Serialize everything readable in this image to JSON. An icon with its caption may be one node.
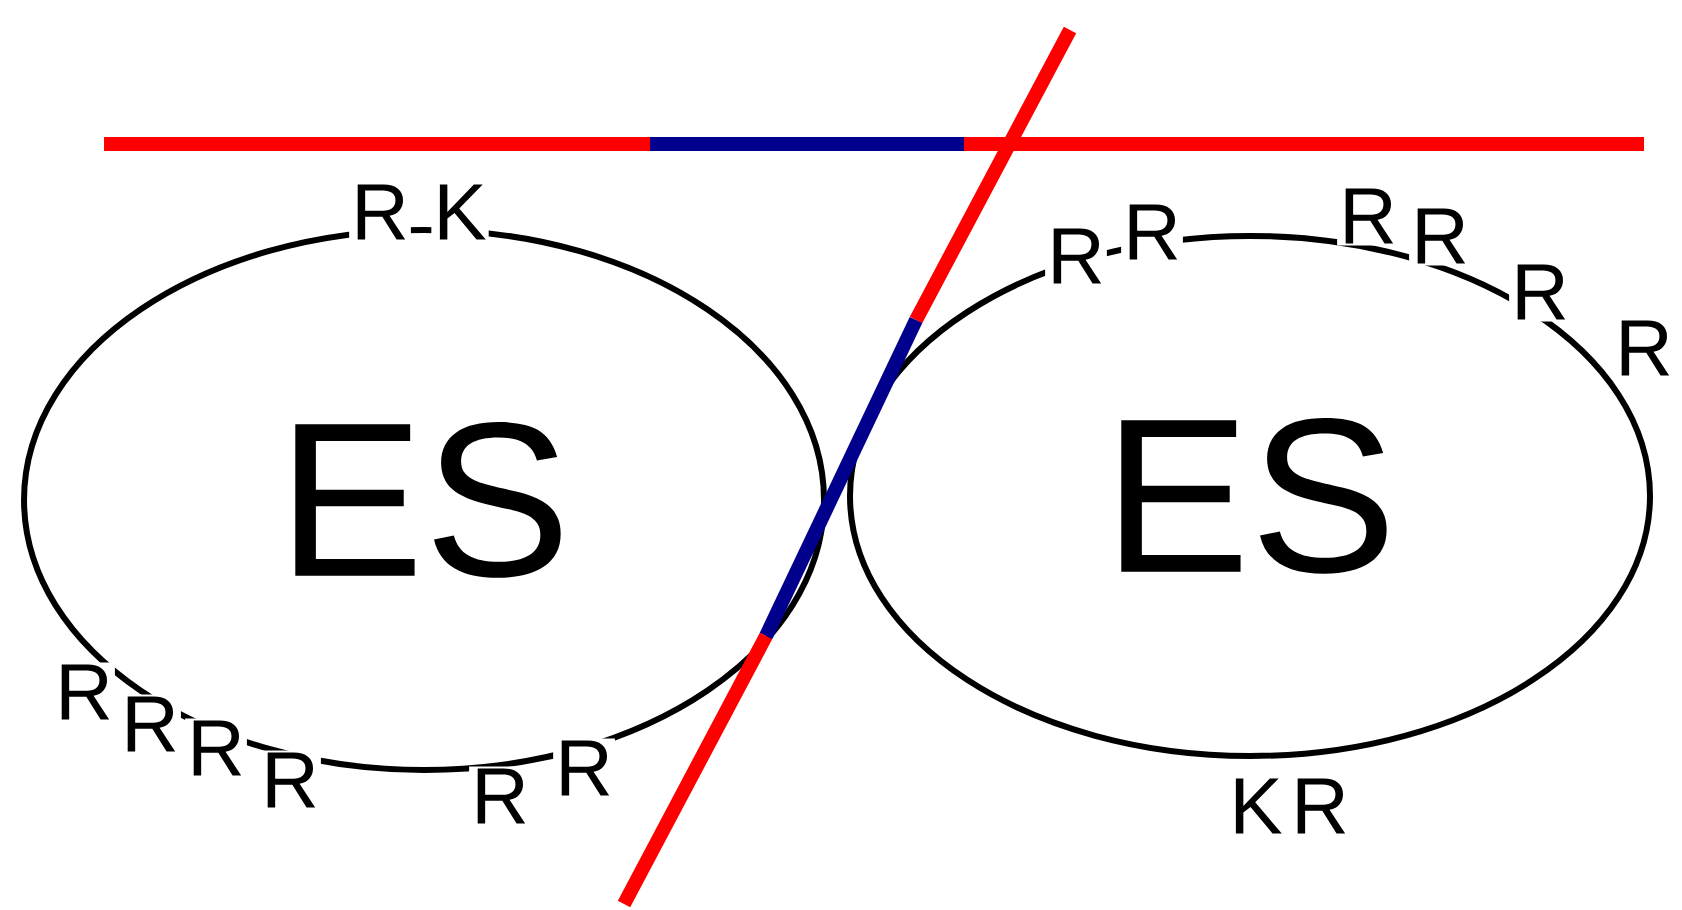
{
  "diagram": {
    "nodes": [
      {
        "text": [
          "ES"
        ]
      },
      {
        "text": [
          "ES"
        ]
      }
    ],
    "labels": [
      "R",
      "K",
      "R",
      "R",
      "R",
      "R",
      "R",
      "R",
      "R",
      "R",
      "R",
      "R",
      "R",
      "R",
      "K",
      "R"
    ]
  }
}
